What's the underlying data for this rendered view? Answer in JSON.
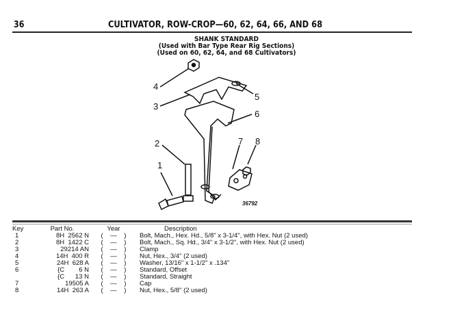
{
  "header": {
    "page_number": "36",
    "title": "CULTIVATOR, ROW-CROP—60, 62, 64, 66, AND 68"
  },
  "section": {
    "title": "SHANK STANDARD",
    "note1": "(Used with Bar Type Rear Rig Sections)",
    "note2": "(Used on 60, 62, 64, and 68 Cultivators)"
  },
  "diagram": {
    "callouts": [
      "1",
      "2",
      "3",
      "4",
      "5",
      "6",
      "7",
      "8"
    ],
    "figure_number": "36792"
  },
  "table": {
    "headers": {
      "key": "Key",
      "part_no": "Part No.",
      "year": "Year",
      "description": "Description"
    },
    "rows": [
      {
        "key": "1",
        "part_no": "8H  2562 N",
        "year": "(    —    )",
        "description": "Bolt, Mach., Hex. Hd., 5/8\" x 3-1/4\", with Hex. Nut (2 used)"
      },
      {
        "key": "2",
        "part_no": "8H  1422 C",
        "year": "(    —    )",
        "description": "Bolt, Mach., Sq. Hd., 3/4\" x 3-1/2\", with Hex. Nut (2 used)"
      },
      {
        "key": "3",
        "part_no": "29214 AN",
        "year": "(    —    )",
        "description": "Clamp"
      },
      {
        "key": "4",
        "part_no": "14H  400 R",
        "year": "(    —    )",
        "description": "Nut, Hex., 3/4\" (2 used)"
      },
      {
        "key": "5",
        "part_no": "24H  628 A",
        "year": "(    —    )",
        "description": "Washer, 13/16\" x 1-1/2\" x .134\""
      },
      {
        "key": "6",
        "part_no": "{C        6 N",
        "year": "(    —    )",
        "description": "Standard, Offset"
      },
      {
        "key": "",
        "part_no": "{C      13 N",
        "year": "(    —    )",
        "description": "Standard, Straight"
      },
      {
        "key": "7",
        "part_no": "19505 A",
        "year": "(    —    )",
        "description": "Cap"
      },
      {
        "key": "8",
        "part_no": "14H  263 A",
        "year": "(    —    )",
        "description": "Nut, Hex., 5/8\" (2 used)"
      }
    ]
  }
}
